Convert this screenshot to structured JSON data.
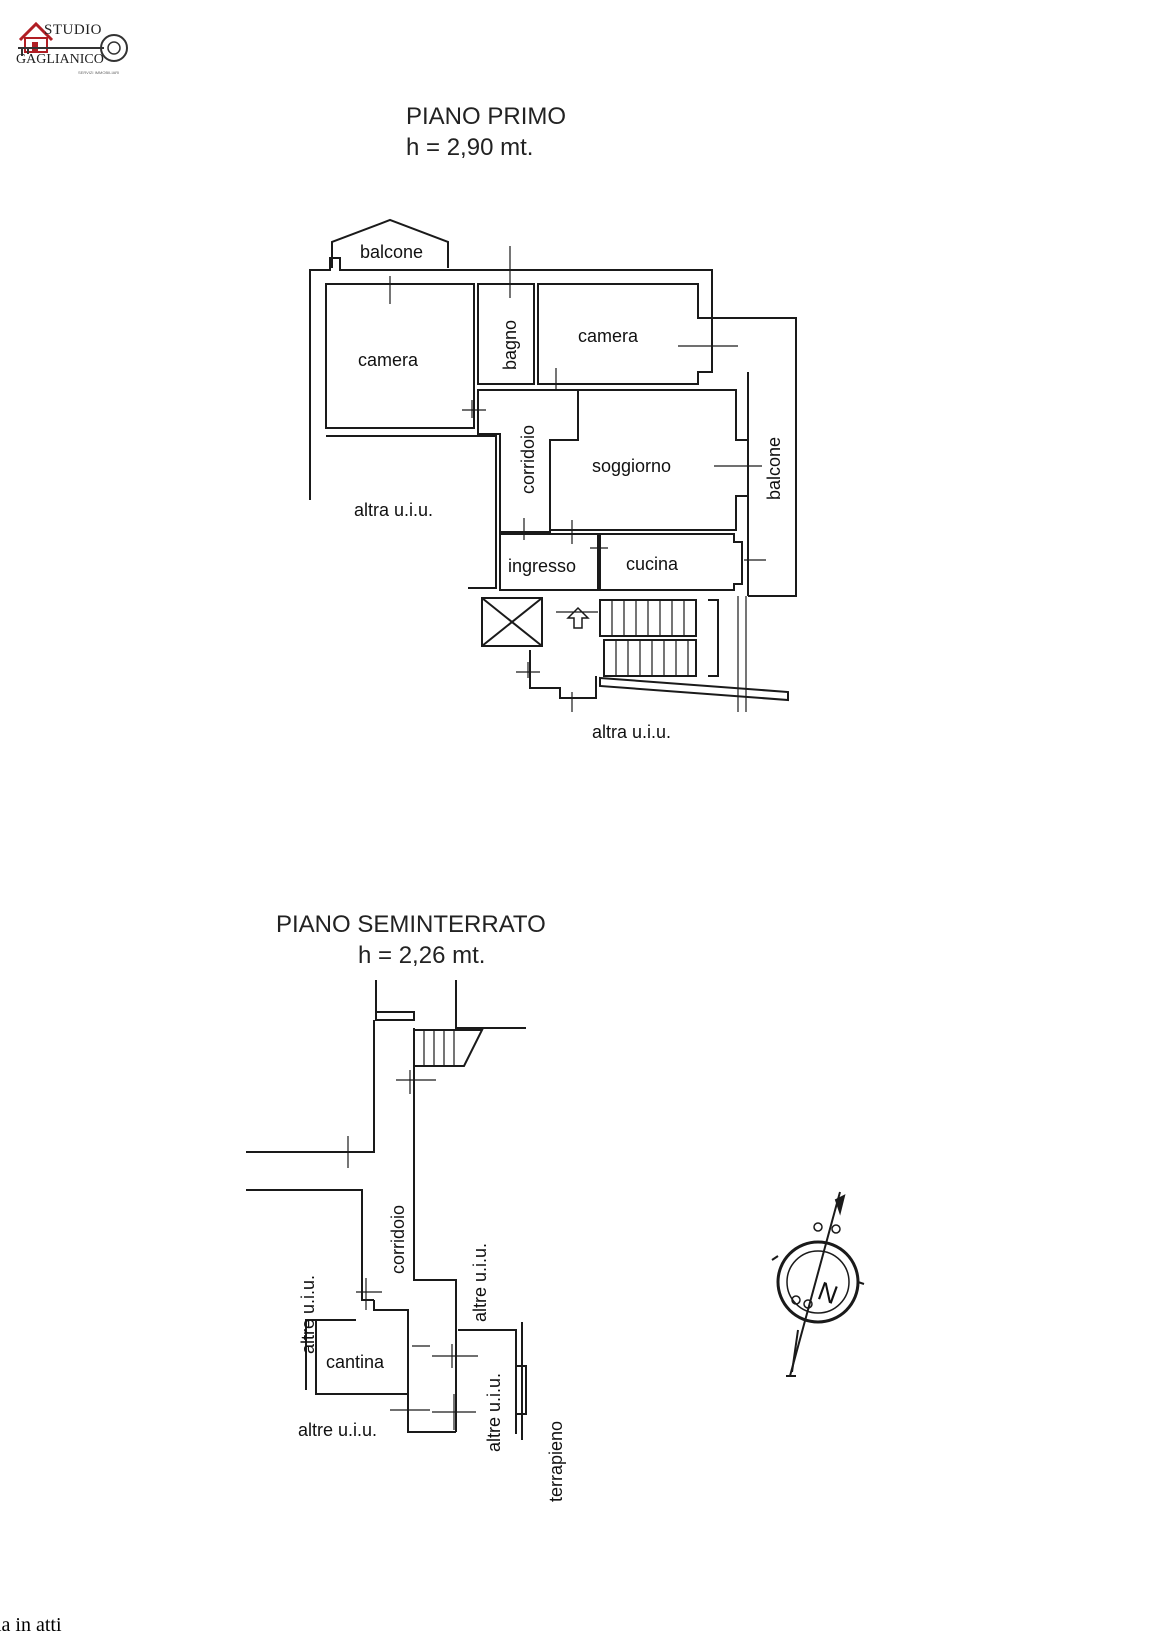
{
  "logo": {
    "brand_top": "STUDIO",
    "brand_name": "GAGLIANICO",
    "tagline": "SERVIZI IMMOBILIARI"
  },
  "first_floor": {
    "title": "PIANO PRIMO",
    "height": "h = 2,90 mt.",
    "rooms": {
      "balcone_top": "balcone",
      "camera_left": "camera",
      "bagno": "bagno",
      "camera_right": "camera",
      "corridoio": "corridoio",
      "soggiorno": "soggiorno",
      "balcone_right": "balcone",
      "altra_left": "altra u.i.u.",
      "ingresso": "ingresso",
      "cucina": "cucina",
      "altra_bottom": "altra u.i.u."
    }
  },
  "basement": {
    "title": "PIANO SEMINTERRATO",
    "height": "h = 2,26 mt.",
    "rooms": {
      "corridoio": "corridoio",
      "altre_right_top": "altre u.i.u.",
      "altre_left": "altre u.i.u.",
      "cantina": "cantina",
      "altre_right_bottom": "altre u.i.u.",
      "altre_bottom": "altre u.i.u.",
      "terrapieno": "terrapieno"
    }
  },
  "compass": {
    "label": "N"
  },
  "footer_note": "ia in atti",
  "colors": {
    "line": "#1a1a1a",
    "logo_red": "#b01e24"
  }
}
